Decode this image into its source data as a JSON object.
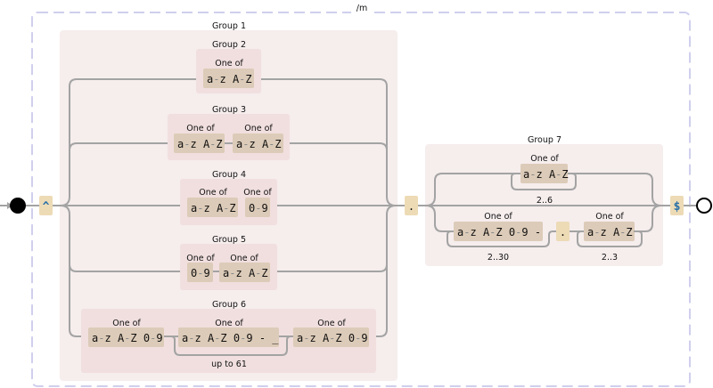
{
  "diagram": {
    "flags_label": "/m",
    "start_anchor": "^",
    "end_anchor": "$",
    "dot_literal": ".",
    "one_of": "One of",
    "group1": {
      "label": "Group 1",
      "group2": {
        "label": "Group 2",
        "classes": [
          [
            "a",
            "z"
          ],
          [
            "A",
            "Z"
          ]
        ]
      },
      "group3": {
        "label": "Group 3"
      },
      "group4": {
        "label": "Group 4"
      },
      "group5": {
        "label": "Group 5"
      },
      "group6": {
        "label": "Group 6",
        "repeat": "up to 61"
      }
    },
    "group7": {
      "label": "Group 7",
      "repeat_top": "2..6",
      "repeat_mid": "2..30",
      "repeat_tld": "2..3"
    },
    "tokens": {
      "az": "a",
      "z": "z",
      "AZ_A": "A",
      "AZ_Z": "Z",
      "d0": "0",
      "d9": "9",
      "hyphen": "-",
      "underscore": "_"
    }
  }
}
